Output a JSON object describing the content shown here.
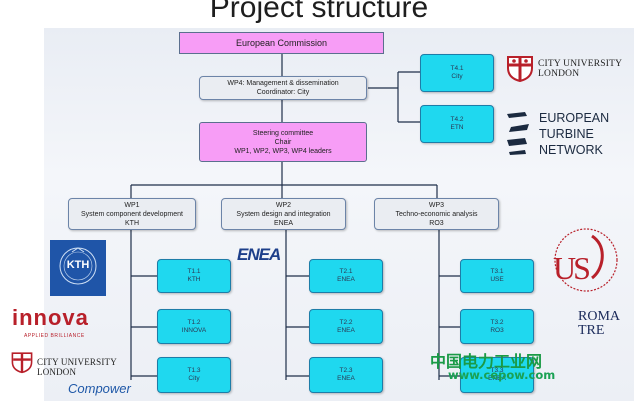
{
  "title": "Project structure",
  "european_commission": "European Commission",
  "wp4": {
    "line1": "WP4: Management & dissemination",
    "line2": "Coordinator: City"
  },
  "steering": {
    "line1": "Steering committee",
    "line2": "Chair",
    "line3": "WP1, WP2, WP3, WP4 leaders"
  },
  "t41": {
    "id": "T4.1",
    "org": "City"
  },
  "t42": {
    "id": "T4.2",
    "org": "ETN"
  },
  "wp1": {
    "id": "WP1",
    "name": "System component development",
    "org": "KTH"
  },
  "wp2": {
    "id": "WP2",
    "name": "System design and integration",
    "org": "ENEA"
  },
  "wp3": {
    "id": "WP3",
    "name": "Techno-economic analysis",
    "org": "RO3"
  },
  "wp1_tasks": [
    {
      "id": "T1.1",
      "org": "KTH"
    },
    {
      "id": "T1.2",
      "org": "INNOVA"
    },
    {
      "id": "T1.3",
      "org": "City"
    }
  ],
  "wp2_tasks": [
    {
      "id": "T2.1",
      "org": "ENEA"
    },
    {
      "id": "T2.2",
      "org": "ENEA"
    },
    {
      "id": "T2.3",
      "org": "ENEA"
    }
  ],
  "wp3_tasks": [
    {
      "id": "T3.1",
      "org": "USE"
    },
    {
      "id": "T3.2",
      "org": "RO3"
    },
    {
      "id": "T3.3",
      "org": "ENEA"
    }
  ],
  "logos": {
    "city_top": {
      "line1": "CITY UNIVERSITY",
      "line2": "LONDON"
    },
    "etn": {
      "l1": "EUROPEAN",
      "l2": "TURBINE",
      "l3": "NETWORK"
    },
    "enea": "ENEA",
    "kth": "KTH",
    "innova": "innova",
    "innova_tag": "APPLIED BRILLIANCE",
    "city_bottom": {
      "line1": "CITY UNIVERSITY",
      "line2": "LONDON"
    },
    "compower": "Compower",
    "sevilla": "US",
    "roma": {
      "l1": "ROMA",
      "l2": "TRE"
    }
  },
  "watermark": {
    "cn": "中国电力工业网",
    "url": "www.cepow.com"
  }
}
